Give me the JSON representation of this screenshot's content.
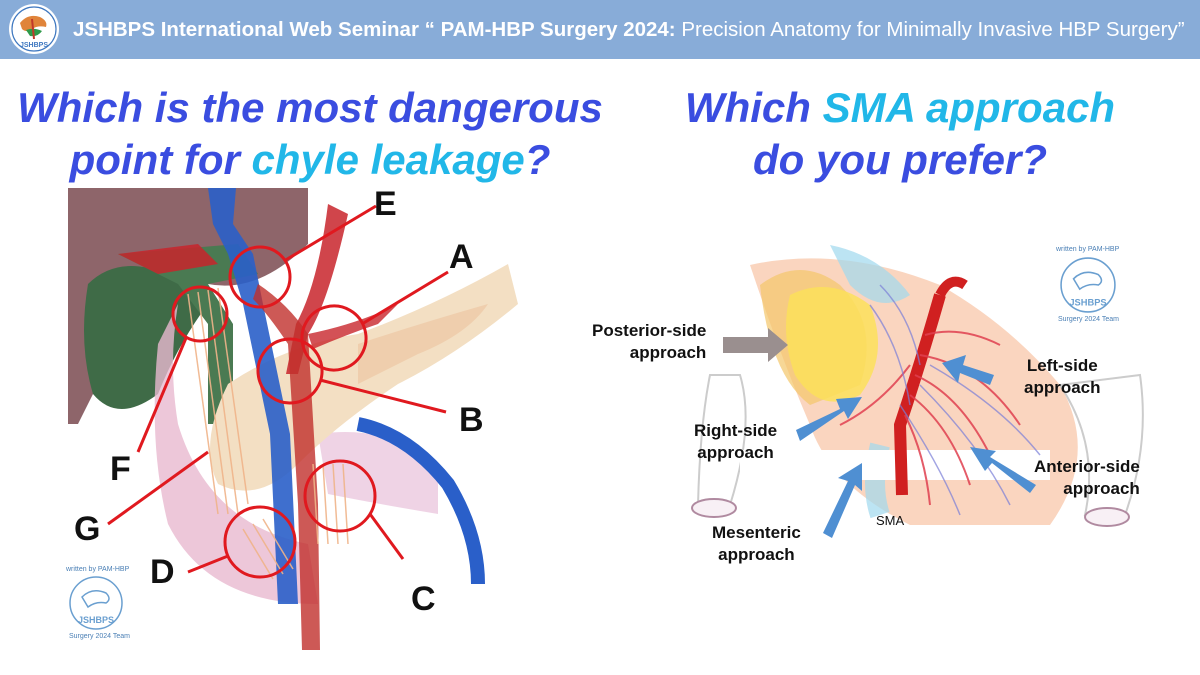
{
  "header": {
    "title_bold": "JSHBPS International Web Seminar “ PAM-HBP Surgery 2024:",
    "title_regular": " Precision Anatomy for Minimally Invasive HBP Surgery”",
    "logo_text": "JSHBPS",
    "logo_icon": "jshbps-logo"
  },
  "left": {
    "question_a": "Which is the most dangerous",
    "question_b": "point for ",
    "question_highlight": "chyle leakage",
    "question_end": "?",
    "labels": {
      "a": "A",
      "b": "B",
      "c": "C",
      "d": "D",
      "e": "E",
      "f": "F",
      "g": "G"
    },
    "watermark": {
      "top": "written by PAM-HBP",
      "logo": "JSHBPS",
      "bottom": "Surgery 2024 Team"
    }
  },
  "right": {
    "question_a": "Which ",
    "question_highlight": "SMA approach",
    "question_b": "do you prefer?",
    "approaches": {
      "posterior_1": "Posterior-side",
      "posterior_2": "approach",
      "left_1": "Left-side",
      "left_2": "approach",
      "right_1": "Right-side",
      "right_2": "approach",
      "anterior_1": "Anterior-side",
      "anterior_2": "approach",
      "mesenteric_1": "Mesenteric",
      "mesenteric_2": "approach"
    },
    "sma_label": "SMA",
    "watermark": {
      "top": "written by PAM-HBP",
      "logo": "JSHBPS",
      "bottom": "Surgery 2024 Team"
    }
  },
  "colors": {
    "header_bg": "#88acd8",
    "question_blue": "#3a4de0",
    "question_highlight": "#21b7e8",
    "marker_red": "#e0191f",
    "arrow_blue": "#4f8fd2"
  }
}
